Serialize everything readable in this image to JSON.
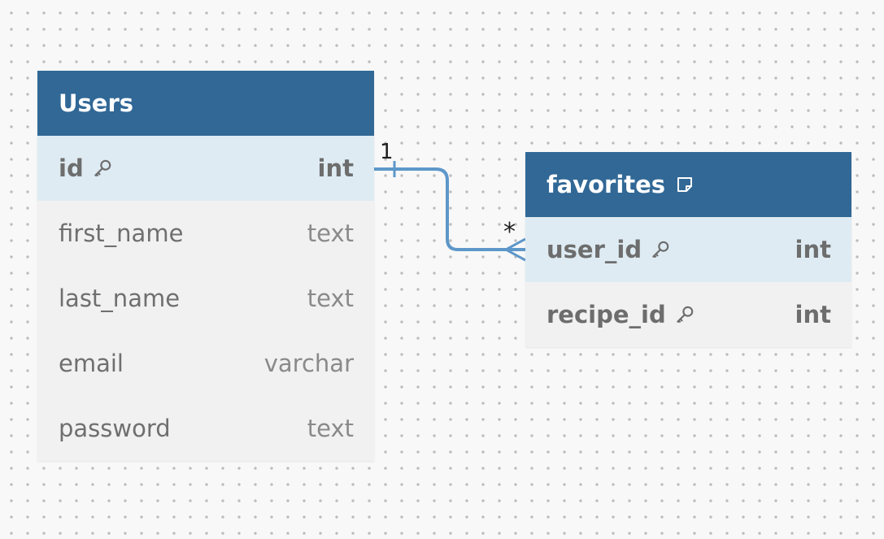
{
  "tables": {
    "users": {
      "name": "Users",
      "fields": [
        {
          "name": "id",
          "type": "int",
          "key": true
        },
        {
          "name": "first_name",
          "type": "text",
          "key": false
        },
        {
          "name": "last_name",
          "type": "text",
          "key": false
        },
        {
          "name": "email",
          "type": "varchar",
          "key": false
        },
        {
          "name": "password",
          "type": "text",
          "key": false
        }
      ]
    },
    "favorites": {
      "name": "favorites",
      "has_note_icon": true,
      "fields": [
        {
          "name": "user_id",
          "type": "int",
          "key": true
        },
        {
          "name": "recipe_id",
          "type": "int",
          "key": true
        }
      ]
    }
  },
  "relationship": {
    "from": "Users.id",
    "to": "favorites.user_id",
    "from_cardinality": "1",
    "to_cardinality": "*",
    "color": "#5e97c9"
  },
  "colors": {
    "header": "#316896",
    "highlight_row": "#deebf3",
    "row": "#f1f1f1"
  },
  "icons": {
    "key": "key-icon",
    "note": "note-icon"
  }
}
